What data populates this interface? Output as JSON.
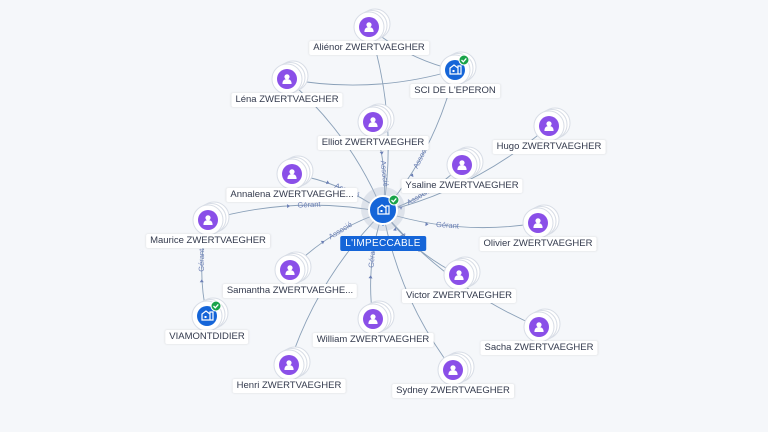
{
  "colors": {
    "person": "#8a4fe8",
    "company": "#1565d8",
    "edge": "#8aa0b8",
    "edge_label": "#6b7fb5",
    "check": "#1aa34a"
  },
  "center": {
    "label": "L'IMPECCABLE",
    "icon": "building-icon"
  },
  "nodes": [
    {
      "id": "alienor",
      "label": "Aliénor ZWERTVAEGHER",
      "type": "person"
    },
    {
      "id": "sci",
      "label": "SCI DE L'EPERON",
      "type": "company"
    },
    {
      "id": "lena",
      "label": "Léna ZWERTVAEGHER",
      "type": "person"
    },
    {
      "id": "elliot",
      "label": "Elliot ZWERTVAEGHER",
      "type": "person"
    },
    {
      "id": "hugo",
      "label": "Hugo ZWERTVAEGHER",
      "type": "person"
    },
    {
      "id": "ysaline",
      "label": "Ysaline ZWERTVAEGHER",
      "type": "person"
    },
    {
      "id": "annalena",
      "label": "Annalena ZWERTVAEGHE...",
      "type": "person"
    },
    {
      "id": "maurice",
      "label": "Maurice ZWERTVAEGHER",
      "type": "person"
    },
    {
      "id": "olivier",
      "label": "Olivier ZWERTVAEGHER",
      "type": "person"
    },
    {
      "id": "samantha",
      "label": "Samantha ZWERTVAEGHE...",
      "type": "person"
    },
    {
      "id": "victor",
      "label": "Victor ZWERTVAEGHER",
      "type": "person"
    },
    {
      "id": "viamont",
      "label": "VIAMONTDIDIER",
      "type": "company"
    },
    {
      "id": "william",
      "label": "William ZWERTVAEGHER",
      "type": "person"
    },
    {
      "id": "sacha",
      "label": "Sacha ZWERTVAEGHER",
      "type": "person"
    },
    {
      "id": "henri",
      "label": "Henri ZWERTVAEGHER",
      "type": "person"
    },
    {
      "id": "sydney",
      "label": "Sydney ZWERTVAEGHER",
      "type": "person"
    }
  ],
  "edges": [
    {
      "from": "center",
      "to": "elliot",
      "label": "Associé"
    },
    {
      "from": "center",
      "to": "sci",
      "label": "Associé"
    },
    {
      "from": "center",
      "to": "maurice",
      "label": "Gérant"
    },
    {
      "from": "center",
      "to": "olivier",
      "label": "Gérant"
    },
    {
      "from": "center",
      "to": "samantha",
      "label": "Associé"
    },
    {
      "from": "center",
      "to": "william",
      "label": "Gérant"
    },
    {
      "from": "center",
      "to": "victor",
      "label": "Associé"
    },
    {
      "from": "center",
      "to": "ysaline",
      "label": "Associé"
    },
    {
      "from": "center",
      "to": "annalena",
      "label": "Associé"
    },
    {
      "from": "center",
      "to": "lena",
      "label": ""
    },
    {
      "from": "center",
      "to": "hugo",
      "label": ""
    },
    {
      "from": "center",
      "to": "sacha",
      "label": ""
    },
    {
      "from": "center",
      "to": "henri",
      "label": ""
    },
    {
      "from": "center",
      "to": "sydney",
      "label": ""
    },
    {
      "from": "center",
      "to": "alienor",
      "label": ""
    },
    {
      "from": "maurice",
      "to": "viamont",
      "label": "Gérant"
    },
    {
      "from": "lena",
      "to": "sci",
      "label": ""
    },
    {
      "from": "alienor",
      "to": "sci",
      "label": ""
    }
  ]
}
